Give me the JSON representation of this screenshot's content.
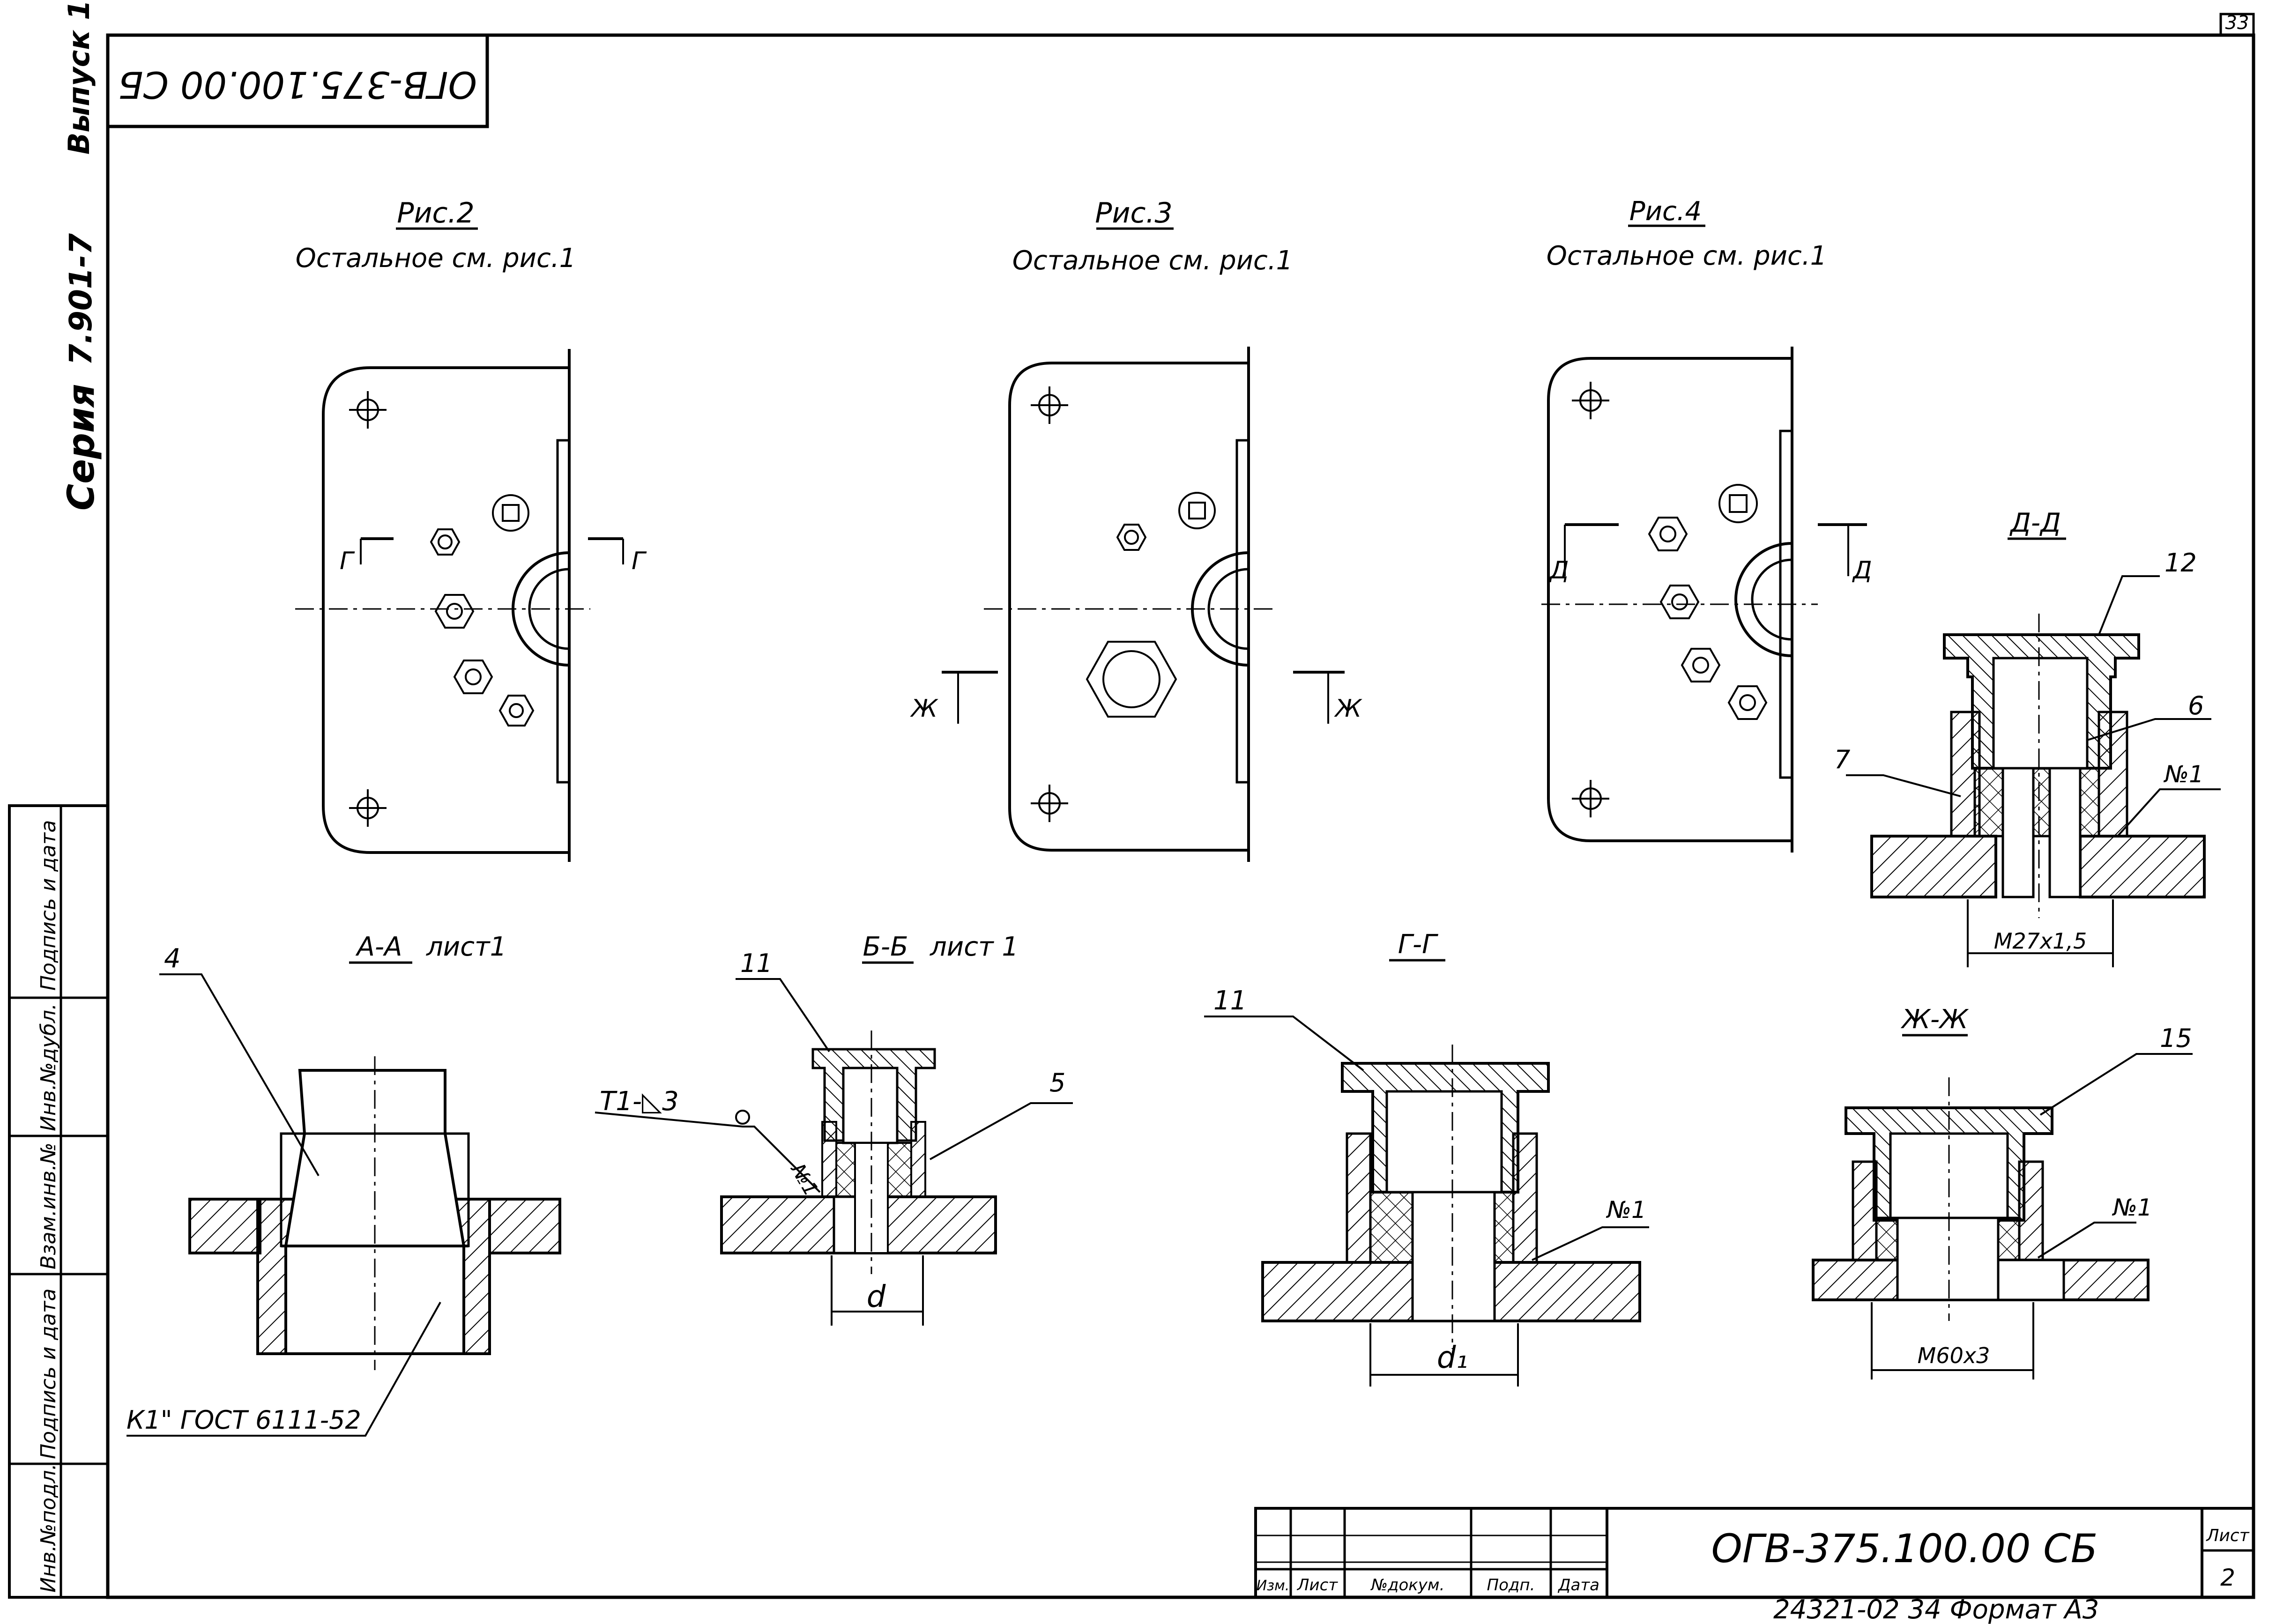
{
  "sheet": {
    "page_number_top": "33",
    "doc_code_rotated": "ОГВ-375.100.00 СБ",
    "side_labels": {
      "vypusk": "Выпуск 1",
      "series_num": "7.901-7",
      "series": "Серия"
    },
    "left_stamp": [
      "Подпись и дата",
      "Инв.№дубл.",
      "Взам.инв.№",
      "Подпись и дата",
      "Инв.№подл."
    ]
  },
  "figures": {
    "fig2": {
      "title": "Рис.2",
      "note": "Остальное см. рис.1",
      "cut": "Г"
    },
    "fig3": {
      "title": "Рис.3",
      "note": "Остальное см. рис.1",
      "cut": "Ж"
    },
    "fig4": {
      "title": "Рис.4",
      "note": "Остальное см. рис.1",
      "cut": "Д"
    }
  },
  "sections": {
    "dd": {
      "title": "Д-Д",
      "callouts": [
        "12",
        "6",
        "7",
        "№1"
      ],
      "dim": "М27х1,5"
    },
    "aa": {
      "title": "А-А",
      "sheet_ref": "лист1",
      "callout": "4",
      "note": "К1\" ГОСТ 6111-52"
    },
    "bb": {
      "title": "Б-Б",
      "sheet_ref": "лист 1",
      "callouts": [
        "11",
        "5",
        "№1"
      ],
      "weld": "Т1-◺3",
      "dim": "d"
    },
    "gg": {
      "title": "Г-Г",
      "callouts": [
        "11",
        "№1"
      ],
      "dim": "d₁"
    },
    "zhzh": {
      "title": "Ж-Ж",
      "callouts": [
        "15",
        "№1"
      ],
      "dim": "М60х3"
    }
  },
  "title_block": {
    "col_labels": [
      "Изм.",
      "Лист",
      "№докум.",
      "Подп.",
      "Дата"
    ],
    "designation": "ОГВ-375.100.00 СБ",
    "sheet_label": "Лист",
    "sheet_no": "2",
    "footer": "24321-02   34   Формат А3"
  }
}
